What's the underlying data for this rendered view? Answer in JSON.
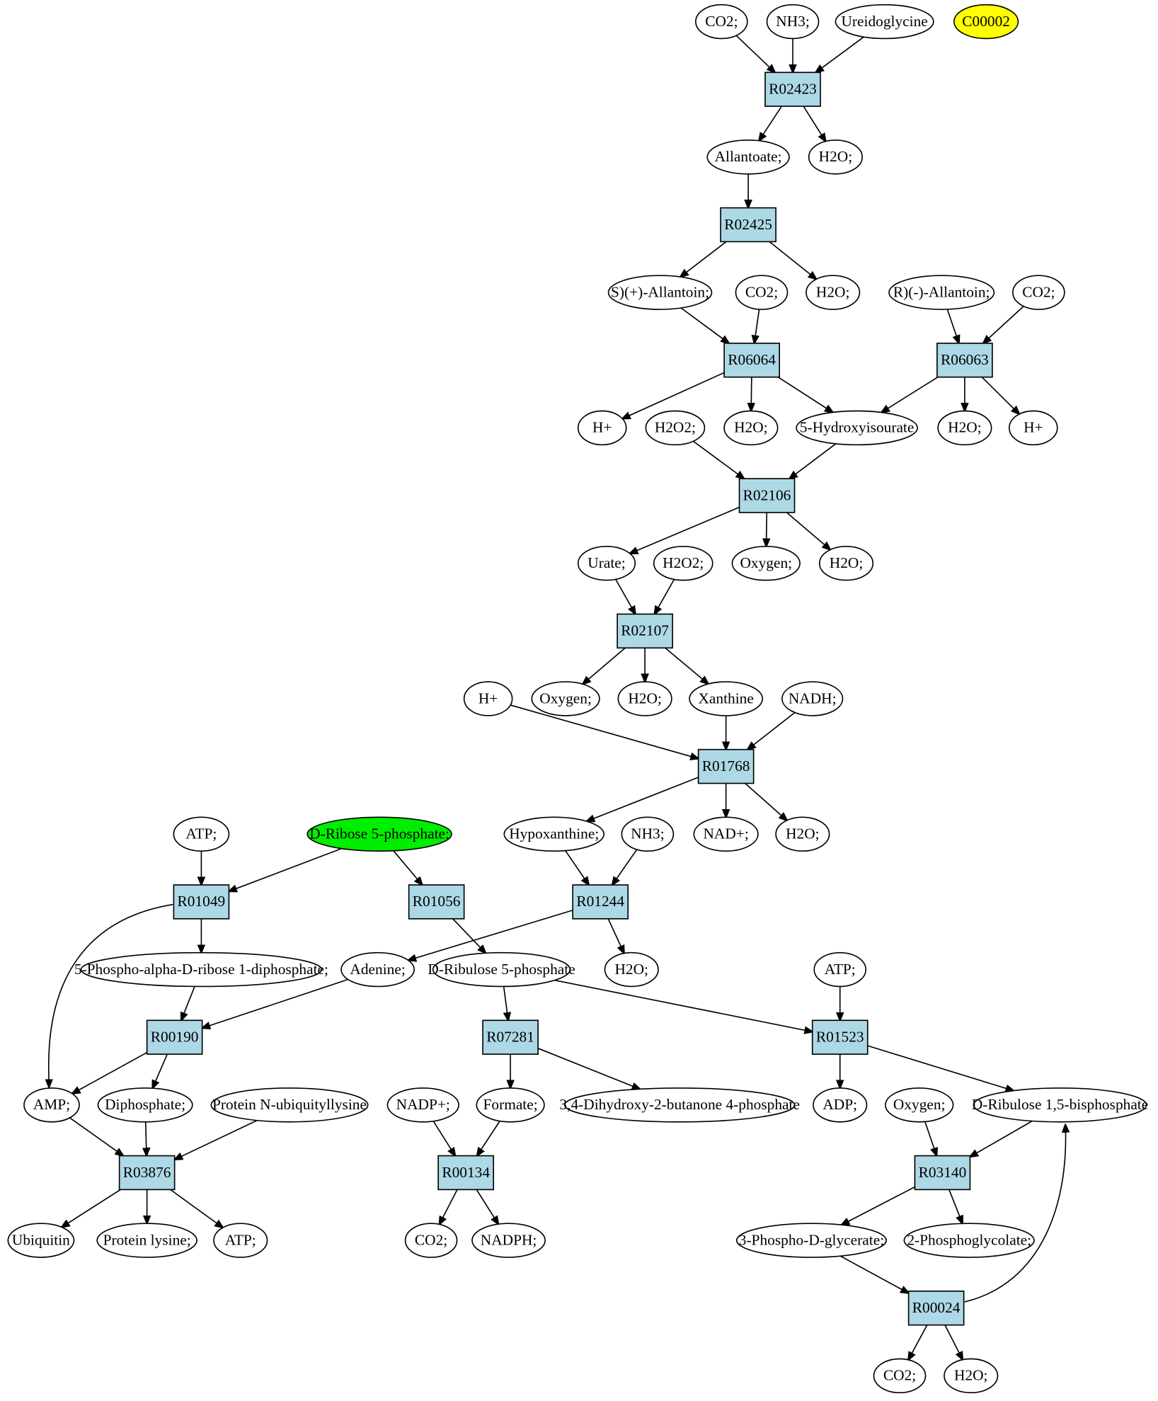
{
  "colors": {
    "reaction": "#add8e6",
    "compound": "#ffffff",
    "highlight_start": "#00ee00",
    "highlight_query": "#ffff00",
    "line": "#000000"
  },
  "nodes": {
    "co2_1": {
      "label": "CO2;",
      "shape": "ellipse"
    },
    "nh3_1": {
      "label": "NH3;",
      "shape": "ellipse"
    },
    "ureidoglycine": {
      "label": "Ureidoglycine",
      "shape": "ellipse"
    },
    "c00002": {
      "label": "C00002",
      "shape": "ellipse",
      "fill": "#ffff00"
    },
    "r02423": {
      "label": "R02423",
      "shape": "box"
    },
    "allantoate": {
      "label": "Allantoate;",
      "shape": "ellipse"
    },
    "h2o_1": {
      "label": "H2O;",
      "shape": "ellipse"
    },
    "r02425": {
      "label": "R02425",
      "shape": "box"
    },
    "s_allantoin": {
      "label": "S)(+)-Allantoin;",
      "shape": "ellipse"
    },
    "co2_2": {
      "label": "CO2;",
      "shape": "ellipse"
    },
    "h2o_2": {
      "label": "H2O;",
      "shape": "ellipse"
    },
    "r_allantoin": {
      "label": "R)(-)-Allantoin;",
      "shape": "ellipse"
    },
    "co2_3": {
      "label": "CO2;",
      "shape": "ellipse"
    },
    "r06064": {
      "label": "R06064",
      "shape": "box"
    },
    "r06063": {
      "label": "R06063",
      "shape": "box"
    },
    "hplus_1": {
      "label": "H+",
      "shape": "ellipse"
    },
    "h2o2_1": {
      "label": "H2O2;",
      "shape": "ellipse"
    },
    "h2o_3": {
      "label": "H2O;",
      "shape": "ellipse"
    },
    "hydroxyisourate": {
      "label": "5-Hydroxyisourate",
      "shape": "ellipse"
    },
    "h2o_4": {
      "label": "H2O;",
      "shape": "ellipse"
    },
    "hplus_2": {
      "label": "H+",
      "shape": "ellipse"
    },
    "r02106": {
      "label": "R02106",
      "shape": "box"
    },
    "urate": {
      "label": "Urate;",
      "shape": "ellipse"
    },
    "h2o2_2": {
      "label": "H2O2;",
      "shape": "ellipse"
    },
    "oxygen_1": {
      "label": "Oxygen;",
      "shape": "ellipse"
    },
    "h2o_5": {
      "label": "H2O;",
      "shape": "ellipse"
    },
    "r02107": {
      "label": "R02107",
      "shape": "box"
    },
    "hplus_3": {
      "label": "H+",
      "shape": "ellipse"
    },
    "oxygen_2": {
      "label": "Oxygen;",
      "shape": "ellipse"
    },
    "h2o_6": {
      "label": "H2O;",
      "shape": "ellipse"
    },
    "xanthine": {
      "label": "Xanthine",
      "shape": "ellipse"
    },
    "nadh": {
      "label": "NADH;",
      "shape": "ellipse"
    },
    "r01768": {
      "label": "R01768",
      "shape": "box"
    },
    "atp_1": {
      "label": "ATP;",
      "shape": "ellipse"
    },
    "ribose5p": {
      "label": "D-Ribose 5-phosphate;",
      "shape": "ellipse",
      "fill": "#00ee00"
    },
    "hypoxanthine": {
      "label": "Hypoxanthine;",
      "shape": "ellipse"
    },
    "nh3_2": {
      "label": "NH3;",
      "shape": "ellipse"
    },
    "nadplus": {
      "label": "NAD+;",
      "shape": "ellipse"
    },
    "h2o_7": {
      "label": "H2O;",
      "shape": "ellipse"
    },
    "r01049": {
      "label": "R01049",
      "shape": "box"
    },
    "r01056": {
      "label": "R01056",
      "shape": "box"
    },
    "r01244": {
      "label": "R01244",
      "shape": "box"
    },
    "prpp": {
      "label": "5-Phospho-alpha-D-ribose 1-diphosphate;",
      "shape": "ellipse"
    },
    "adenine": {
      "label": "Adenine;",
      "shape": "ellipse"
    },
    "ribulose5p": {
      "label": "D-Ribulose 5-phosphate",
      "shape": "ellipse"
    },
    "h2o_8": {
      "label": "H2O;",
      "shape": "ellipse"
    },
    "atp_2": {
      "label": "ATP;",
      "shape": "ellipse"
    },
    "r00190": {
      "label": "R00190",
      "shape": "box"
    },
    "r07281": {
      "label": "R07281",
      "shape": "box"
    },
    "r01523": {
      "label": "R01523",
      "shape": "box"
    },
    "amp": {
      "label": "AMP;",
      "shape": "ellipse"
    },
    "diphosphate": {
      "label": "Diphosphate;",
      "shape": "ellipse"
    },
    "protein_ub": {
      "label": "Protein N-ubiquityllysine",
      "shape": "ellipse"
    },
    "nadpplus": {
      "label": "NADP+;",
      "shape": "ellipse"
    },
    "formate": {
      "label": "Formate;",
      "shape": "ellipse"
    },
    "dhbp": {
      "label": "3,4-Dihydroxy-2-butanone 4-phosphate",
      "shape": "ellipse"
    },
    "adp": {
      "label": "ADP;",
      "shape": "ellipse"
    },
    "oxygen_3": {
      "label": "Oxygen;",
      "shape": "ellipse"
    },
    "rubp": {
      "label": "D-Ribulose 1,5-bisphosphate",
      "shape": "ellipse"
    },
    "r03876": {
      "label": "R03876",
      "shape": "box"
    },
    "r00134": {
      "label": "R00134",
      "shape": "box"
    },
    "r03140": {
      "label": "R03140",
      "shape": "box"
    },
    "ubiquitin": {
      "label": "Ubiquitin",
      "shape": "ellipse"
    },
    "protein_lysine": {
      "label": "Protein lysine;",
      "shape": "ellipse"
    },
    "atp_3": {
      "label": "ATP;",
      "shape": "ellipse"
    },
    "co2_4": {
      "label": "CO2;",
      "shape": "ellipse"
    },
    "nadph": {
      "label": "NADPH;",
      "shape": "ellipse"
    },
    "pga": {
      "label": "3-Phospho-D-glycerate;",
      "shape": "ellipse"
    },
    "phosphoglycolate": {
      "label": "2-Phosphoglycolate;",
      "shape": "ellipse"
    },
    "r00024": {
      "label": "R00024",
      "shape": "box"
    },
    "co2_5": {
      "label": "CO2;",
      "shape": "ellipse"
    },
    "h2o_9": {
      "label": "H2O;",
      "shape": "ellipse"
    }
  },
  "edges": [
    [
      "co2_1",
      "r02423"
    ],
    [
      "nh3_1",
      "r02423"
    ],
    [
      "ureidoglycine",
      "r02423"
    ],
    [
      "r02423",
      "allantoate"
    ],
    [
      "r02423",
      "h2o_1"
    ],
    [
      "allantoate",
      "r02425"
    ],
    [
      "r02425",
      "s_allantoin"
    ],
    [
      "r02425",
      "h2o_2"
    ],
    [
      "s_allantoin",
      "r06064"
    ],
    [
      "co2_2",
      "r06064"
    ],
    [
      "r_allantoin",
      "r06063"
    ],
    [
      "co2_3",
      "r06063"
    ],
    [
      "r06064",
      "hplus_1"
    ],
    [
      "r06064",
      "h2o_3"
    ],
    [
      "r06064",
      "hydroxyisourate"
    ],
    [
      "r06063",
      "hydroxyisourate"
    ],
    [
      "r06063",
      "h2o_4"
    ],
    [
      "r06063",
      "hplus_2"
    ],
    [
      "h2o2_1",
      "r02106"
    ],
    [
      "hydroxyisourate",
      "r02106"
    ],
    [
      "r02106",
      "urate"
    ],
    [
      "r02106",
      "oxygen_1"
    ],
    [
      "r02106",
      "h2o_5"
    ],
    [
      "urate",
      "r02107"
    ],
    [
      "h2o2_2",
      "r02107"
    ],
    [
      "r02107",
      "oxygen_2"
    ],
    [
      "r02107",
      "h2o_6"
    ],
    [
      "r02107",
      "xanthine"
    ],
    [
      "hplus_3",
      "r01768"
    ],
    [
      "xanthine",
      "r01768"
    ],
    [
      "nadh",
      "r01768"
    ],
    [
      "r01768",
      "hypoxanthine"
    ],
    [
      "r01768",
      "nadplus"
    ],
    [
      "r01768",
      "h2o_7"
    ],
    [
      "atp_1",
      "r01049"
    ],
    [
      "ribose5p",
      "r01049"
    ],
    [
      "ribose5p",
      "r01056"
    ],
    [
      "hypoxanthine",
      "r01244"
    ],
    [
      "nh3_2",
      "r01244"
    ],
    [
      "r01049",
      "prpp"
    ],
    [
      "r01049",
      "amp"
    ],
    [
      "r01056",
      "ribulose5p"
    ],
    [
      "r01244",
      "adenine"
    ],
    [
      "r01244",
      "h2o_8"
    ],
    [
      "prpp",
      "r00190"
    ],
    [
      "adenine",
      "r00190"
    ],
    [
      "ribulose5p",
      "r07281"
    ],
    [
      "ribulose5p",
      "r01523"
    ],
    [
      "atp_2",
      "r01523"
    ],
    [
      "r00190",
      "amp"
    ],
    [
      "r00190",
      "diphosphate"
    ],
    [
      "r07281",
      "formate"
    ],
    [
      "r07281",
      "dhbp"
    ],
    [
      "r01523",
      "adp"
    ],
    [
      "r01523",
      "rubp"
    ],
    [
      "amp",
      "r03876"
    ],
    [
      "diphosphate",
      "r03876"
    ],
    [
      "protein_ub",
      "r03876"
    ],
    [
      "nadpplus",
      "r00134"
    ],
    [
      "formate",
      "r00134"
    ],
    [
      "oxygen_3",
      "r03140"
    ],
    [
      "rubp",
      "r03140"
    ],
    [
      "r03876",
      "ubiquitin"
    ],
    [
      "r03876",
      "protein_lysine"
    ],
    [
      "r03876",
      "atp_3"
    ],
    [
      "r00134",
      "co2_4"
    ],
    [
      "r00134",
      "nadph"
    ],
    [
      "r03140",
      "pga"
    ],
    [
      "r03140",
      "phosphoglycolate"
    ],
    [
      "pga",
      "r00024"
    ],
    [
      "r00024",
      "co2_5"
    ],
    [
      "r00024",
      "h2o_9"
    ],
    [
      "r00024",
      "rubp"
    ]
  ]
}
